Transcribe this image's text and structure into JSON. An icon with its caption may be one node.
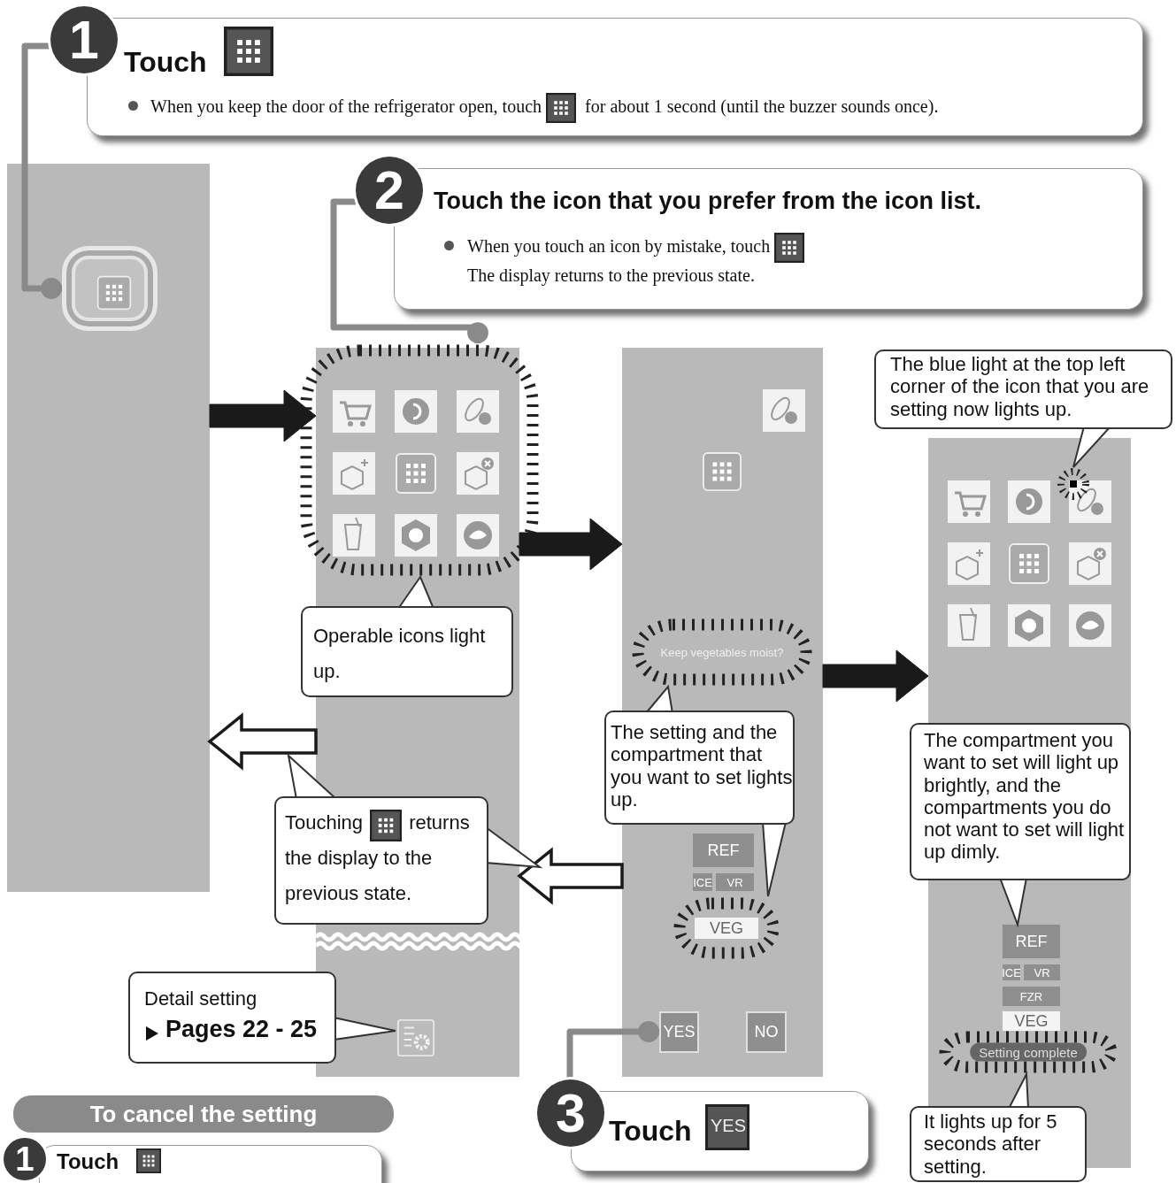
{
  "diagram": {
    "nodes": [
      {
        "text": [
          "1",
          "Touch",
          "When you keep the door of the refrigerator open, touch for about 1 second (until the buzzer sounds once)."
        ]
      },
      {
        "text": [],
        "shape": "box"
      },
      {
        "text": [],
        "shape": "box",
        "in": 1
      },
      {
        "text": [
          "2",
          "Touch the icon that you prefer from the icon list.",
          "When you touch an icon by mistake, touch",
          "The display returns to the previous state."
        ]
      },
      {
        "text": [],
        "shape": "box"
      },
      {
        "text": [],
        "shape": "box",
        "in": 4
      },
      {
        "text": [
          "Operable icons light up."
        ]
      },
      {
        "text": [],
        "shape": "box"
      },
      {
        "text": [
          "Keep vegetables moist?"
        ],
        "in": 7
      },
      {
        "text": [
          "The setting and the compartment that you want to set lights up."
        ]
      },
      {
        "text": [
          "REF"
        ],
        "in": 7
      },
      {
        "text": [
          "ICE"
        ],
        "in": 7
      },
      {
        "text": [
          "VR"
        ],
        "in": 7
      },
      {
        "text": [
          "VEG"
        ],
        "in": 7
      },
      {
        "text": [
          "YES"
        ],
        "in": 7
      },
      {
        "text": [
          "NO"
        ],
        "in": 7
      },
      {
        "text": [],
        "shape": "box"
      },
      {
        "text": [
          "The blue light at the top left corner of the icon that you are setting now lights up."
        ]
      },
      {
        "text": [],
        "shape": "circle",
        "in": 16
      },
      {
        "text": [
          "The compartment you want to set will light up brightly, and the compartments you do not want to set will light up dimly."
        ]
      },
      {
        "text": [
          "REF"
        ],
        "in": 16
      },
      {
        "text": [
          "ICE"
        ],
        "in": 16
      },
      {
        "text": [
          "VR"
        ],
        "in": 16
      },
      {
        "text": [
          "FZR"
        ],
        "in": 16
      },
      {
        "text": [
          "VEG"
        ],
        "in": 16
      },
      {
        "text": [
          "Setting complete"
        ],
        "in": 16
      },
      {
        "text": [
          "It lights up for 5 seconds after setting."
        ]
      },
      {
        "text": [
          "Touching returns the display to the previous state."
        ]
      },
      {
        "text": [
          "Detail setting",
          "Pages 22 - 25"
        ]
      },
      {
        "text": [],
        "shape": "box",
        "in": 4
      },
      {
        "text": [
          "3",
          "Touch",
          "YES"
        ]
      },
      {
        "text": [
          "To cancel the setting"
        ]
      },
      {
        "text": [
          "1",
          "Touch"
        ]
      }
    ],
    "edges": [
      {
        "from": 0,
        "to": 2,
        "arrow": "other"
      },
      {
        "from": 3,
        "to": 5,
        "arrow": "other"
      },
      {
        "from": 30,
        "to": 14,
        "arrow": "other"
      },
      {
        "from": 1,
        "to": 4,
        "arrow": "to",
        "style": "thick"
      },
      {
        "from": 4,
        "to": 7,
        "arrow": "to",
        "style": "thick"
      },
      {
        "from": 7,
        "to": 16,
        "arrow": "to",
        "style": "thick"
      },
      {
        "from": 4,
        "to": 1,
        "arrow": "to"
      },
      {
        "from": 7,
        "to": 4,
        "arrow": "to"
      },
      {
        "from": 6,
        "to": 5,
        "arrow": "to"
      },
      {
        "from": 9,
        "to": 8,
        "arrow": "to"
      },
      {
        "from": 9,
        "to": 13,
        "arrow": "to"
      },
      {
        "from": 17,
        "to": 18,
        "arrow": "to"
      },
      {
        "from": 19,
        "to": 20,
        "arrow": "to"
      },
      {
        "from": 26,
        "to": 25,
        "arrow": "to"
      },
      {
        "from": 27,
        "to": null,
        "arrow": "to"
      },
      {
        "from": 27,
        "to": null,
        "arrow": "to"
      },
      {
        "from": 28,
        "to": 29,
        "arrow": "to"
      }
    ]
  }
}
